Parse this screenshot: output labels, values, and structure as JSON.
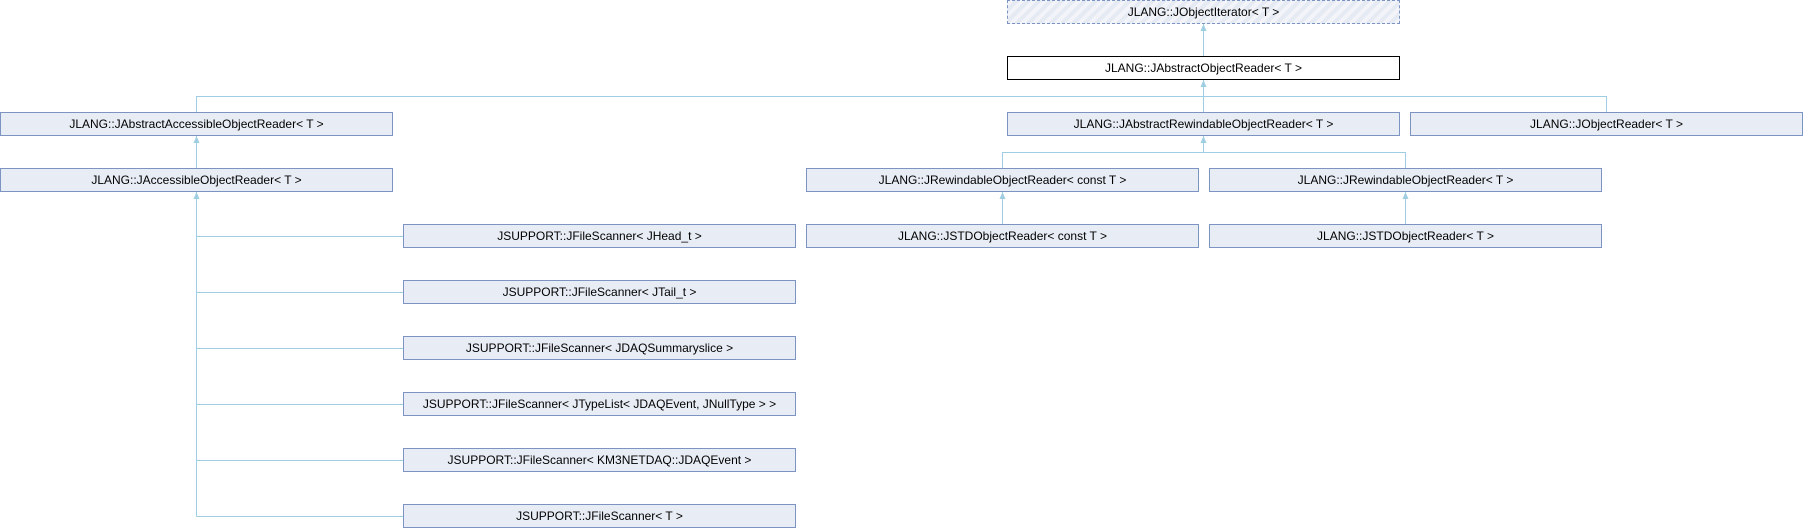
{
  "diagram": {
    "type": "inheritance-graph",
    "edge_color": "#9fcde3",
    "node_border_color": "#7d94c2",
    "node_fill_color": "#e8ecf5",
    "nodes": [
      {
        "id": "jobjectiterator",
        "label": "JLANG::JObjectIterator< T >",
        "kind": "external"
      },
      {
        "id": "jabstractobjectreader",
        "label": "JLANG::JAbstractObjectReader< T >",
        "kind": "current"
      },
      {
        "id": "jabstractaccessibleobjectreader",
        "label": "JLANG::JAbstractAccessibleObjectReader< T >",
        "kind": "normal"
      },
      {
        "id": "jabstractrewindableobjectreader",
        "label": "JLANG::JAbstractRewindableObjectReader< T >",
        "kind": "normal"
      },
      {
        "id": "jobjectreader",
        "label": "JLANG::JObjectReader< T >",
        "kind": "normal"
      },
      {
        "id": "jaccessibleobjectreader",
        "label": "JLANG::JAccessibleObjectReader< T >",
        "kind": "normal"
      },
      {
        "id": "jrewindableobjectreader-const",
        "label": "JLANG::JRewindableObjectReader< const T >",
        "kind": "normal"
      },
      {
        "id": "jrewindableobjectreader",
        "label": "JLANG::JRewindableObjectReader< T >",
        "kind": "normal"
      },
      {
        "id": "jstdobjectreader-const",
        "label": "JLANG::JSTDObjectReader< const T >",
        "kind": "normal"
      },
      {
        "id": "jstdobjectreader",
        "label": "JLANG::JSTDObjectReader< T >",
        "kind": "normal"
      },
      {
        "id": "jfilescanner-jhead",
        "label": "JSUPPORT::JFileScanner< JHead_t >",
        "kind": "normal"
      },
      {
        "id": "jfilescanner-jtail",
        "label": "JSUPPORT::JFileScanner< JTail_t >",
        "kind": "normal"
      },
      {
        "id": "jfilescanner-jdaqsummaryslice",
        "label": "JSUPPORT::JFileScanner< JDAQSummaryslice >",
        "kind": "normal"
      },
      {
        "id": "jfilescanner-jtypelist",
        "label": "JSUPPORT::JFileScanner< JTypeList< JDAQEvent, JNullType > >",
        "kind": "normal"
      },
      {
        "id": "jfilescanner-jdaqevent",
        "label": "JSUPPORT::JFileScanner< KM3NETDAQ::JDAQEvent >",
        "kind": "normal"
      },
      {
        "id": "jfilescanner-t",
        "label": "JSUPPORT::JFileScanner< T >",
        "kind": "normal"
      }
    ],
    "edges": [
      {
        "from": "jabstractobjectreader",
        "to": "jobjectiterator"
      },
      {
        "from": "jabstractaccessibleobjectreader",
        "to": "jabstractobjectreader"
      },
      {
        "from": "jabstractrewindableobjectreader",
        "to": "jabstractobjectreader"
      },
      {
        "from": "jobjectreader",
        "to": "jabstractobjectreader"
      },
      {
        "from": "jaccessibleobjectreader",
        "to": "jabstractaccessibleobjectreader"
      },
      {
        "from": "jrewindableobjectreader-const",
        "to": "jabstractrewindableobjectreader"
      },
      {
        "from": "jrewindableobjectreader",
        "to": "jabstractrewindableobjectreader"
      },
      {
        "from": "jstdobjectreader-const",
        "to": "jrewindableobjectreader-const"
      },
      {
        "from": "jstdobjectreader",
        "to": "jrewindableobjectreader"
      },
      {
        "from": "jfilescanner-jhead",
        "to": "jaccessibleobjectreader"
      },
      {
        "from": "jfilescanner-jtail",
        "to": "jaccessibleobjectreader"
      },
      {
        "from": "jfilescanner-jdaqsummaryslice",
        "to": "jaccessibleobjectreader"
      },
      {
        "from": "jfilescanner-jtypelist",
        "to": "jaccessibleobjectreader"
      },
      {
        "from": "jfilescanner-jdaqevent",
        "to": "jaccessibleobjectreader"
      },
      {
        "from": "jfilescanner-t",
        "to": "jaccessibleobjectreader"
      }
    ]
  }
}
